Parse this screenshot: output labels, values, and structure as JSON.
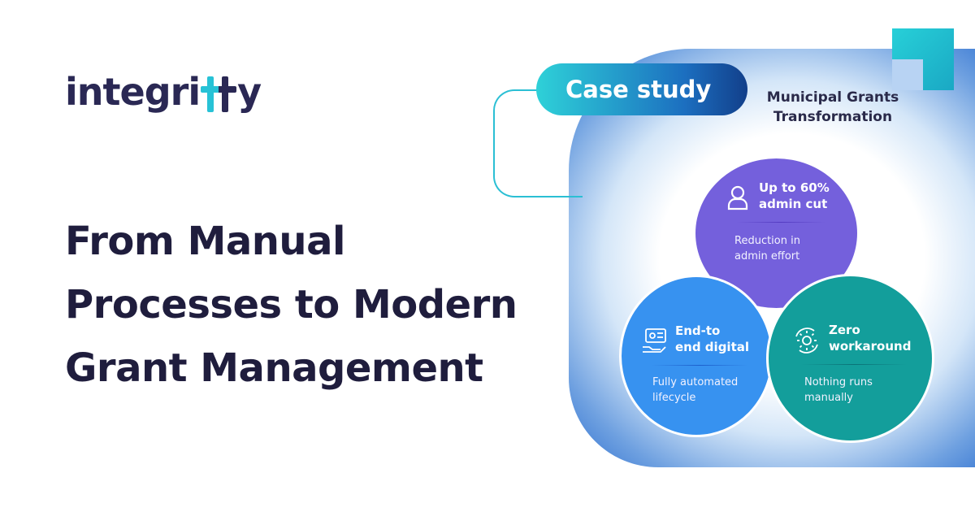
{
  "logo": {
    "prefix": "integri",
    "suffix": "y",
    "colors": {
      "navy": "#2a2854",
      "cyan": "#27c2d6"
    }
  },
  "headline": {
    "line1": "From Manual",
    "line2_regular": "Processes to ",
    "line2_bold": "Modern",
    "line3_bold": "Grant Management"
  },
  "case_study": {
    "badge": "Case study",
    "subtitle_line1": "Municipal Grants",
    "subtitle_line2": "Transformation"
  },
  "stats": [
    {
      "icon": "user-icon",
      "title_line1": "Up to 60%",
      "title_line2": "admin cut",
      "desc_line1": "Reduction in",
      "desc_line2": "admin effort",
      "color": "#7460dc"
    },
    {
      "icon": "digital-process-icon",
      "title_line1": "End-to",
      "title_line2": "end digital",
      "desc_line1": "Fully automated",
      "desc_line2": "lifecycle",
      "color": "#3792f0"
    },
    {
      "icon": "gear-cycle-icon",
      "title_line1": "Zero",
      "title_line2": "workaround",
      "desc_line1": "Nothing runs",
      "desc_line2": "manually",
      "color": "#139e9b"
    }
  ]
}
